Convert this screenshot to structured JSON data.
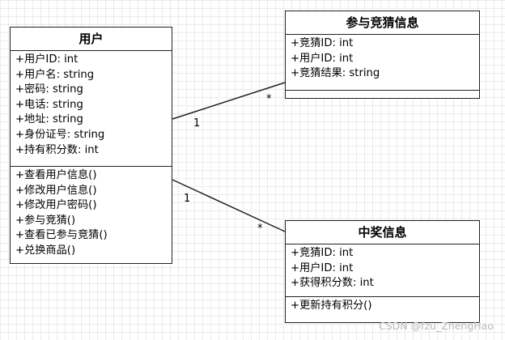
{
  "diagram": {
    "classes": {
      "user": {
        "name": "用户",
        "attributes": [
          "+用户ID: int",
          "+用户名: string",
          "+密码: string",
          "+电话: string",
          "+地址: string",
          "+身份证号: string",
          "+持有积分数: int"
        ],
        "methods": [
          "+查看用户信息()",
          "+修改用户信息()",
          "+修改用户密码()",
          "+参与竞猜()",
          "+查看已参与竞猜()",
          "+兑换商品()"
        ]
      },
      "guess_info": {
        "name": "参与竞猜信息",
        "attributes": [
          "+竞猜ID: int",
          "+用户ID: int",
          "+竞猜结果: string"
        ],
        "methods": []
      },
      "prize_info": {
        "name": "中奖信息",
        "attributes": [
          "+竞猜ID: int",
          "+用户ID: int",
          "+获得积分数: int"
        ],
        "methods": [
          "+更新持有积分()"
        ]
      }
    },
    "associations": {
      "user_guess": {
        "from": "用户",
        "to": "参与竞猜信息",
        "from_mult": "1",
        "to_mult": "*"
      },
      "user_prize": {
        "from": "用户",
        "to": "中奖信息",
        "from_mult": "1",
        "to_mult": "*"
      }
    }
  },
  "watermark": "CSDN @fzu_ZhengHao"
}
